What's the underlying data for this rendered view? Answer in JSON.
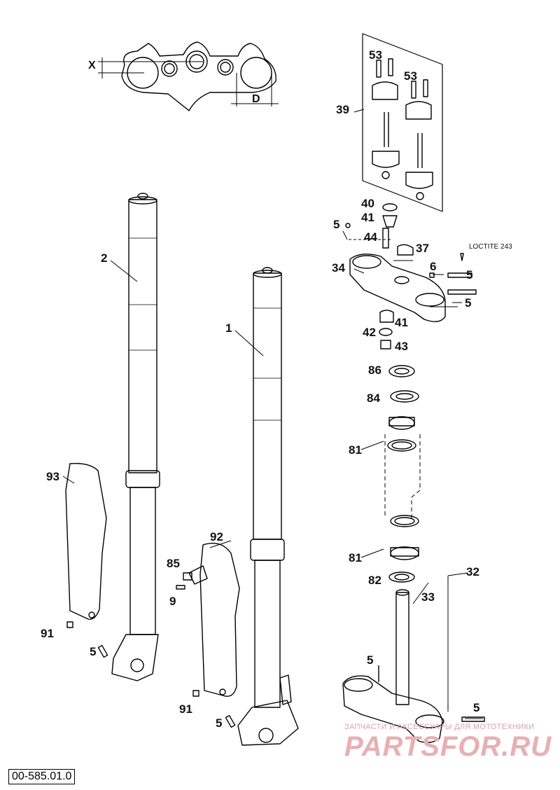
{
  "diagram_code": "00-585.01.0",
  "dimensions": {
    "x_label": "X",
    "d_label": "D"
  },
  "callouts": {
    "c1": "1",
    "c2": "2",
    "c5a": "5",
    "c5b": "5",
    "c5c": "5",
    "c5d": "5",
    "c5e": "5",
    "c5f": "5",
    "c5g": "5",
    "c6": "6",
    "c9": "9",
    "c32": "32",
    "c33": "33",
    "c34": "34",
    "c37": "37",
    "c39": "39",
    "c40": "40",
    "c41a": "41",
    "c41b": "41",
    "c42": "42",
    "c43": "43",
    "c44": "44",
    "c53a": "53",
    "c53b": "53",
    "c81a": "81",
    "c81b": "81",
    "c82": "82",
    "c84": "84",
    "c85": "85",
    "c86": "86",
    "c91a": "91",
    "c91b": "91",
    "c92": "92",
    "c93": "93"
  },
  "loctite_note": "LOCTITE 243",
  "watermark": {
    "tagline": "ЗАПЧАСТИ И АКСЕССУАРЫ ДЛЯ МОТОТЕХНИКИ",
    "brand": "PARTSFOR.RU"
  }
}
